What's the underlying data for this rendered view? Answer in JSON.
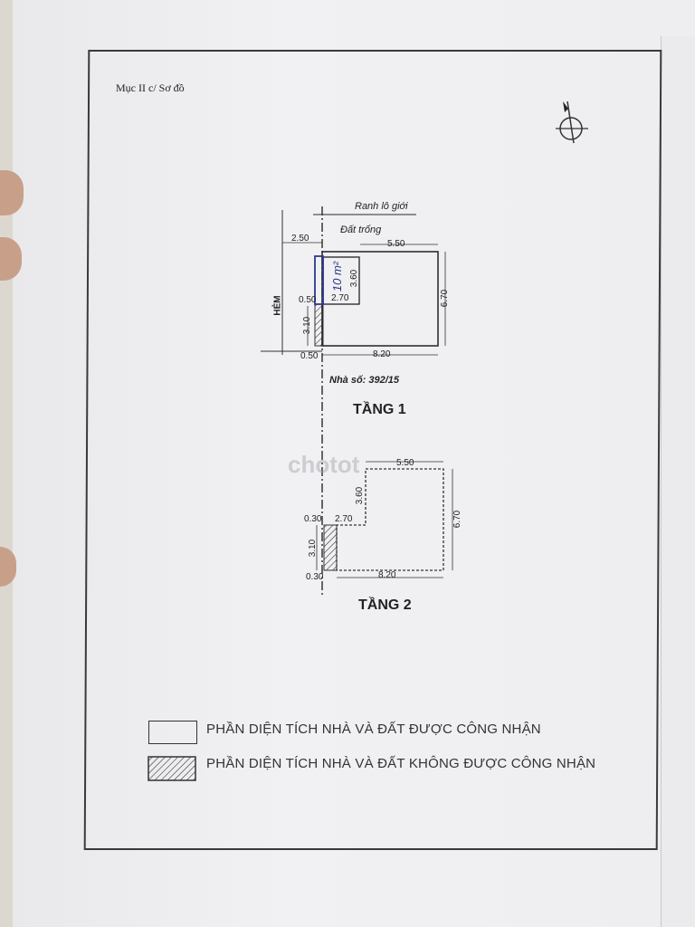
{
  "header": {
    "title": "Mục II c/ Sơ đồ"
  },
  "site": {
    "boundary_label": "Ranh lô giới",
    "empty_lot_label": "Đất trống",
    "alley_label": "HẺM",
    "house_number": "Nhà số: 392/15",
    "handwritten_note": "10 m²"
  },
  "floor1": {
    "name": "TẦNG 1",
    "dim_setback": "2.50",
    "dim_top": "5.50",
    "dim_notch_height": "3.60",
    "dim_notch_width": "2.70",
    "dim_left_upper": "0.50",
    "dim_left_lower": "3.10",
    "dim_bottom_left": "0.50",
    "dim_bottom": "8.20",
    "dim_right": "6.70"
  },
  "floor2": {
    "name": "TẦNG 2",
    "dim_top": "5.50",
    "dim_notch_height": "3.60",
    "dim_notch_width": "2.70",
    "dim_left_upper": "0.30",
    "dim_left_lower": "3.10",
    "dim_bottom_left": "0.30",
    "dim_bottom": "8.20",
    "dim_right": "6.70"
  },
  "legend": {
    "recognized": "PHẦN DIỆN TÍCH NHÀ VÀ ĐẤT ĐƯỢC CÔNG NHẬN",
    "not_recognized": "PHẦN DIỆN TÍCH NHÀ VÀ ĐẤT KHÔNG ĐƯỢC CÔNG NHẬN"
  },
  "watermark": {
    "text": "chotot"
  },
  "colors": {
    "line": "#2a2a2a",
    "ink": "#2b3a8f",
    "paper": "#efeff1"
  }
}
